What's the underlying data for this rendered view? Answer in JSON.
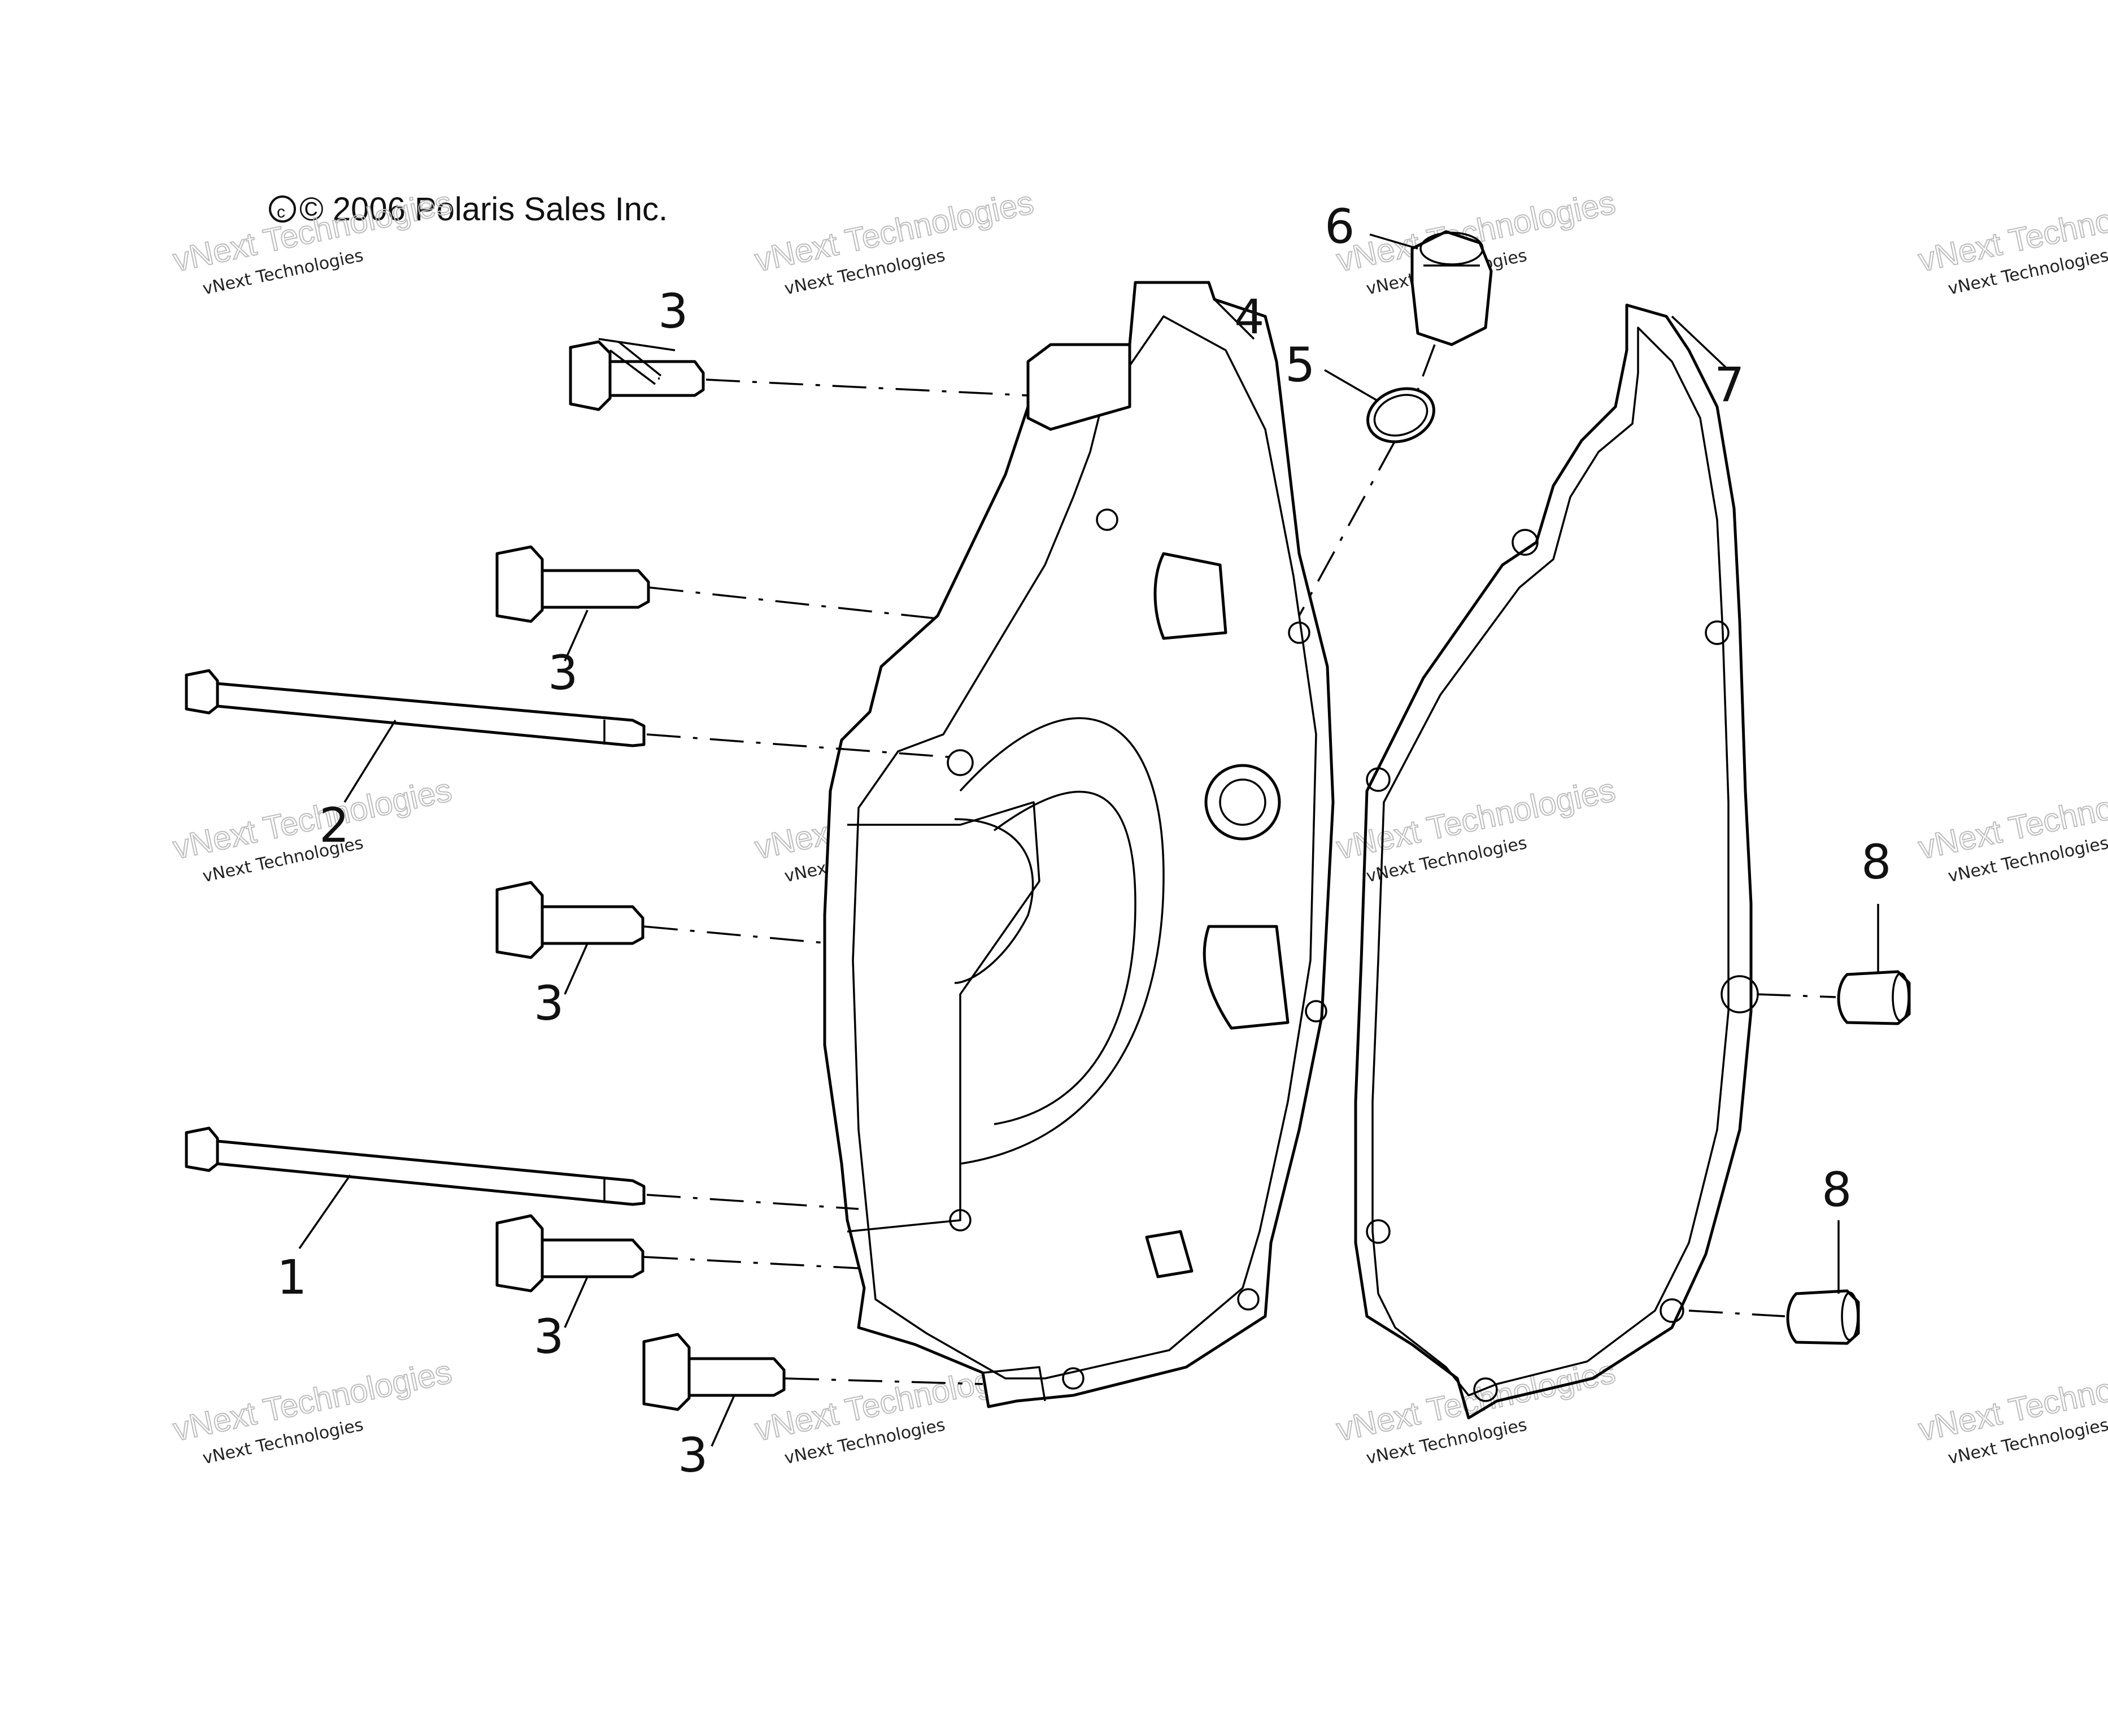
{
  "copyright": "© 2006 Polaris Sales Inc.",
  "watermark": {
    "line1": "vNext Technologies",
    "line2": "vNext Technologies"
  },
  "callouts": {
    "c1": "1",
    "c2": "2",
    "c3a": "3",
    "c3b": "3",
    "c3c": "3",
    "c3d": "3",
    "c3e": "3",
    "c4": "4",
    "c5": "5",
    "c6": "6",
    "c7": "7",
    "c8a": "8",
    "c8b": "8"
  }
}
